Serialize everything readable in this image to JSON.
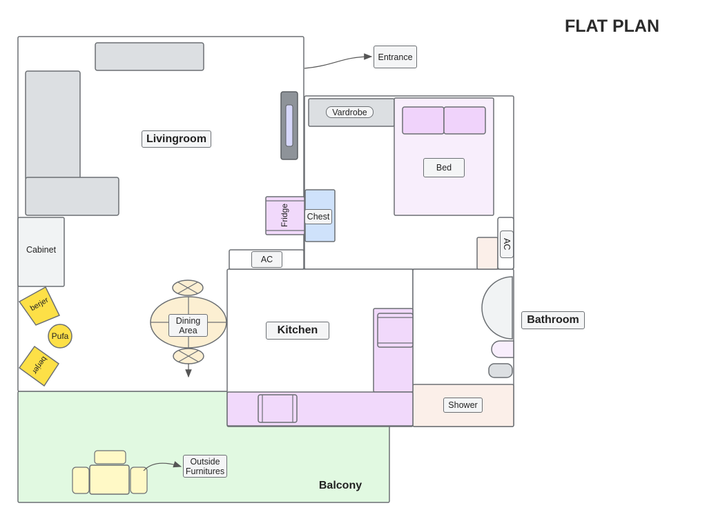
{
  "title": "FLAT PLAN",
  "rooms": {
    "livingroom": "Livingroom",
    "kitchen": "Kitchen",
    "bathroom": "Bathroom",
    "balcony": "Balcony"
  },
  "furniture": {
    "entrance": "Entrance",
    "vardrobe": "Vardrobe",
    "bed": "Bed",
    "fridge": "Fridge",
    "chest": "Chest",
    "ac_living": "AC",
    "ac_bedroom": "AC",
    "cabinet": "Cabinet",
    "berjer_top": "berjer",
    "berjer_bottom": "berjer",
    "pufa": "Pufa",
    "dining_area_line1": "Dining",
    "dining_area_line2": "Area",
    "shower": "Shower",
    "outside_furnitures_line1": "Outside",
    "outside_furnitures_line2": "Furnitures"
  },
  "colors": {
    "wall": "#6b6f73",
    "sofa": "#dcdfe2",
    "bed": "#f8eefc",
    "pillow": "#f0d3fb",
    "kitchen_counter": "#f1d9fb",
    "chest": "#cfe2fb",
    "balcony": "#e1f9e1",
    "dining": "#fcefd2",
    "yellow": "#fde047",
    "bath_floor": "#fbefe9",
    "outside_table": "#fff9c6"
  }
}
